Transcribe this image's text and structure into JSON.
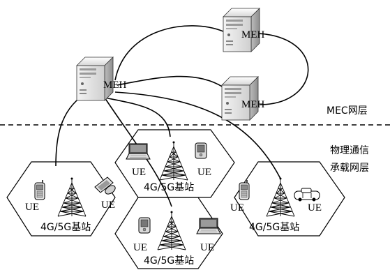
{
  "layers": {
    "mec": "MEC网层",
    "physical_line1": "物理通信",
    "physical_line2": "承载网层"
  },
  "servers": {
    "main": "MEH",
    "top_right": "MEH",
    "bottom_right": "MEH"
  },
  "cells": {
    "left": {
      "station": "4G/5G基站",
      "ue_left": "UE",
      "ue_right": "UE"
    },
    "top": {
      "station": "4G/5G基站",
      "ue_left": "UE",
      "ue_right": "UE"
    },
    "right": {
      "station": "4G/5G基站",
      "ue_left": "UE",
      "ue_right": "UE"
    },
    "bottom": {
      "station": "4G/5G基站",
      "ue_left": "UE",
      "ue_right": "UE"
    }
  }
}
